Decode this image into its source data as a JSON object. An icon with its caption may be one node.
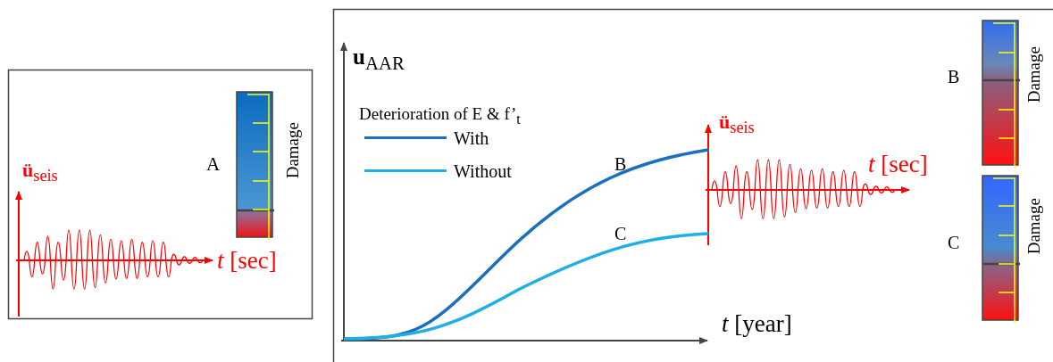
{
  "diagram": {
    "labels": [
      "A",
      "Damage",
      "**ü**$_{seis}$",
      "*t* [sec]",
      "**u**$_{AAR}$",
      "Deterioration of E & f’$_{t}$",
      "B",
      "C",
      "**ü**$_{seis}$",
      "*t* [sec]",
      "*t* [year]",
      "B",
      "Damage",
      "C",
      "Damage"
    ],
    "legend": [
      {
        "text": "With"
      },
      {
        "text": "Without"
      }
    ]
  }
}
